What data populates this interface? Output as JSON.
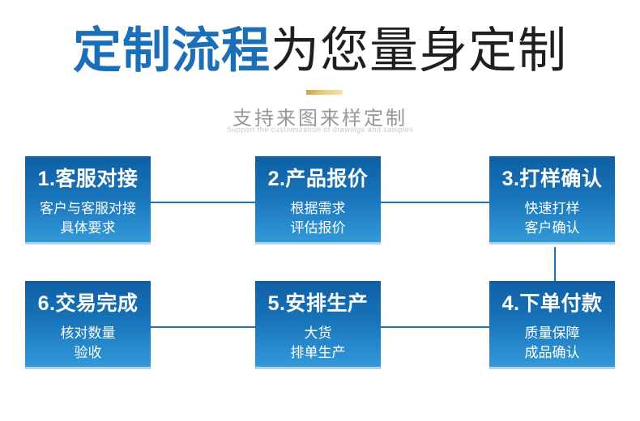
{
  "header": {
    "title_highlight": "定制流程",
    "title_rest": "为您量身定制",
    "subtitle": "支持来图来样定制",
    "subtitle_en": "Support the customization of drawings and samples"
  },
  "colors": {
    "title_blue": "#1a6fb8",
    "title_dark": "#1f1f1f",
    "box_gradient_top": "#0f5fa4",
    "box_gradient_bottom": "#3399d6",
    "box_bottom_highlight": "#a9d5ee",
    "connector_blue": "#1f74b8",
    "gold_bar_start": "#cfa448",
    "gold_bar_end": "#f5e7a8",
    "subtitle_gray": "#979797"
  },
  "steps": [
    {
      "title": "1.客服对接",
      "lines": [
        "客户与客服对接",
        "具体要求"
      ]
    },
    {
      "title": "2.产品报价",
      "lines": [
        "根据需求",
        "评估报价"
      ]
    },
    {
      "title": "3.打样确认",
      "lines": [
        "快速打样",
        "客户确认"
      ]
    },
    {
      "title": "4.下单付款",
      "lines": [
        "质量保障",
        "成品确认"
      ]
    },
    {
      "title": "5.安排生产",
      "lines": [
        "大货",
        "排单生产"
      ]
    },
    {
      "title": "6.交易完成",
      "lines": [
        "核对数量",
        "验收"
      ]
    }
  ]
}
